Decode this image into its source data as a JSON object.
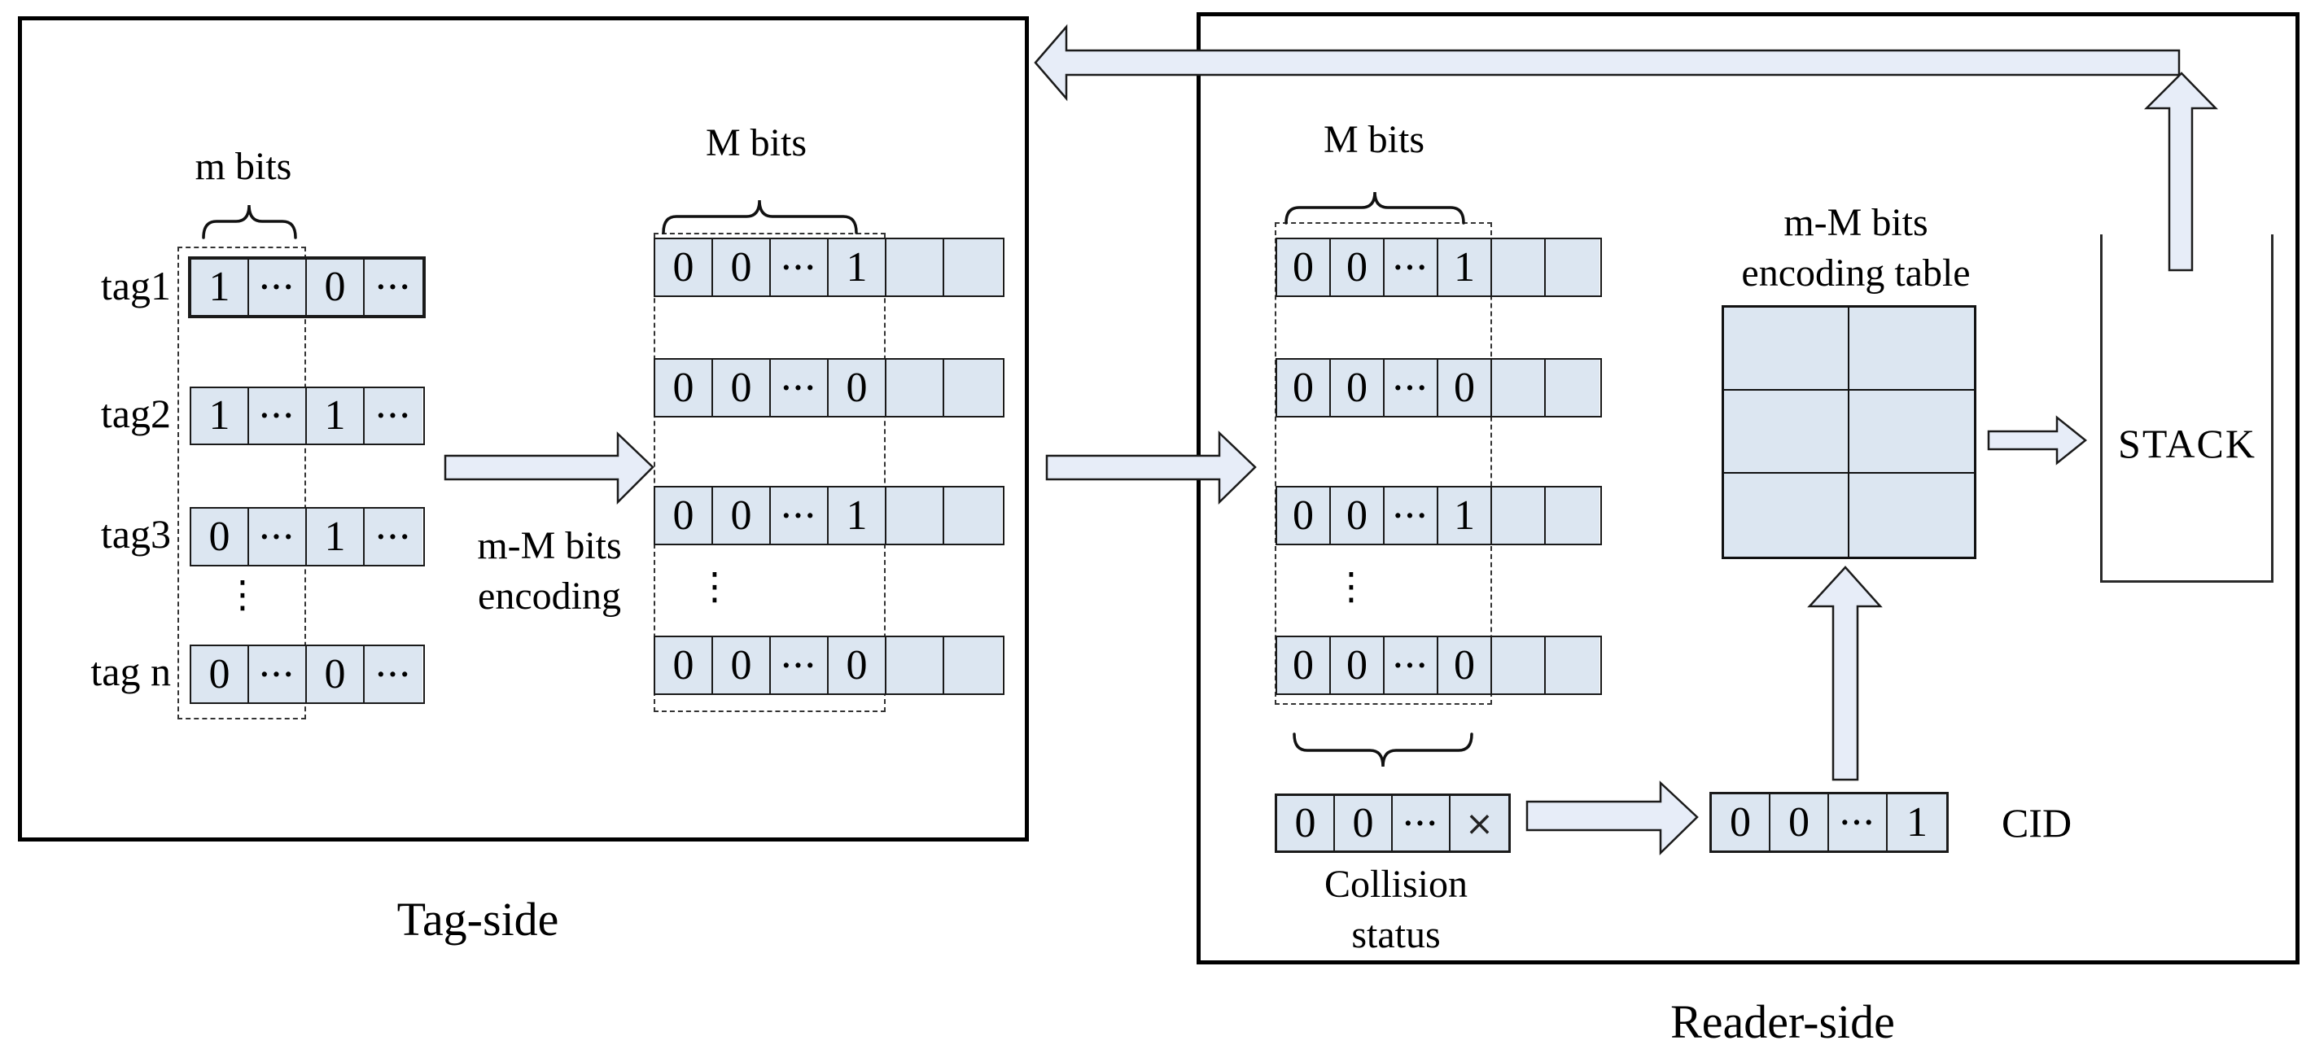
{
  "colors": {
    "cell_fill": "#dce6f1",
    "arrow_fill": "#e7edf8",
    "line": "#1a1a1a"
  },
  "ellipsis_v": "⋮",
  "tag_side": {
    "title": "Tag-side",
    "m_bits_label": "m bits",
    "M_bits_label": "M bits",
    "encoding_label_line1": "m-M bits",
    "encoding_label_line2": "encoding",
    "tags": [
      {
        "label": "tag1",
        "bits": [
          "1",
          "···",
          "0",
          "···"
        ]
      },
      {
        "label": "tag2",
        "bits": [
          "1",
          "···",
          "1",
          "···"
        ]
      },
      {
        "label": "tag3",
        "bits": [
          "0",
          "···",
          "1",
          "···"
        ]
      },
      {
        "label": "tag n",
        "bits": [
          "0",
          "···",
          "0",
          "···"
        ]
      }
    ],
    "encoded_rows": [
      [
        "0",
        "0",
        "···",
        "1",
        "",
        ""
      ],
      [
        "0",
        "0",
        "···",
        "0",
        "",
        ""
      ],
      [
        "0",
        "0",
        "···",
        "1",
        "",
        ""
      ],
      [
        "0",
        "0",
        "···",
        "0",
        "",
        ""
      ]
    ]
  },
  "reader_side": {
    "title": "Reader-side",
    "M_bits_label": "M bits",
    "received_rows": [
      [
        "0",
        "0",
        "···",
        "1",
        "",
        ""
      ],
      [
        "0",
        "0",
        "···",
        "0",
        "",
        ""
      ],
      [
        "0",
        "0",
        "···",
        "1",
        "",
        ""
      ],
      [
        "0",
        "0",
        "···",
        "0",
        "",
        ""
      ]
    ],
    "collision_label_line1": "Collision",
    "collision_label_line2": "status",
    "collision_bits": [
      "0",
      "0",
      "···",
      "×"
    ],
    "cid_label": "CID",
    "cid_bits": [
      "0",
      "0",
      "···",
      "1"
    ],
    "table_label_line1": "m-M bits",
    "table_label_line2": "encoding table",
    "stack_label": "STACK"
  }
}
